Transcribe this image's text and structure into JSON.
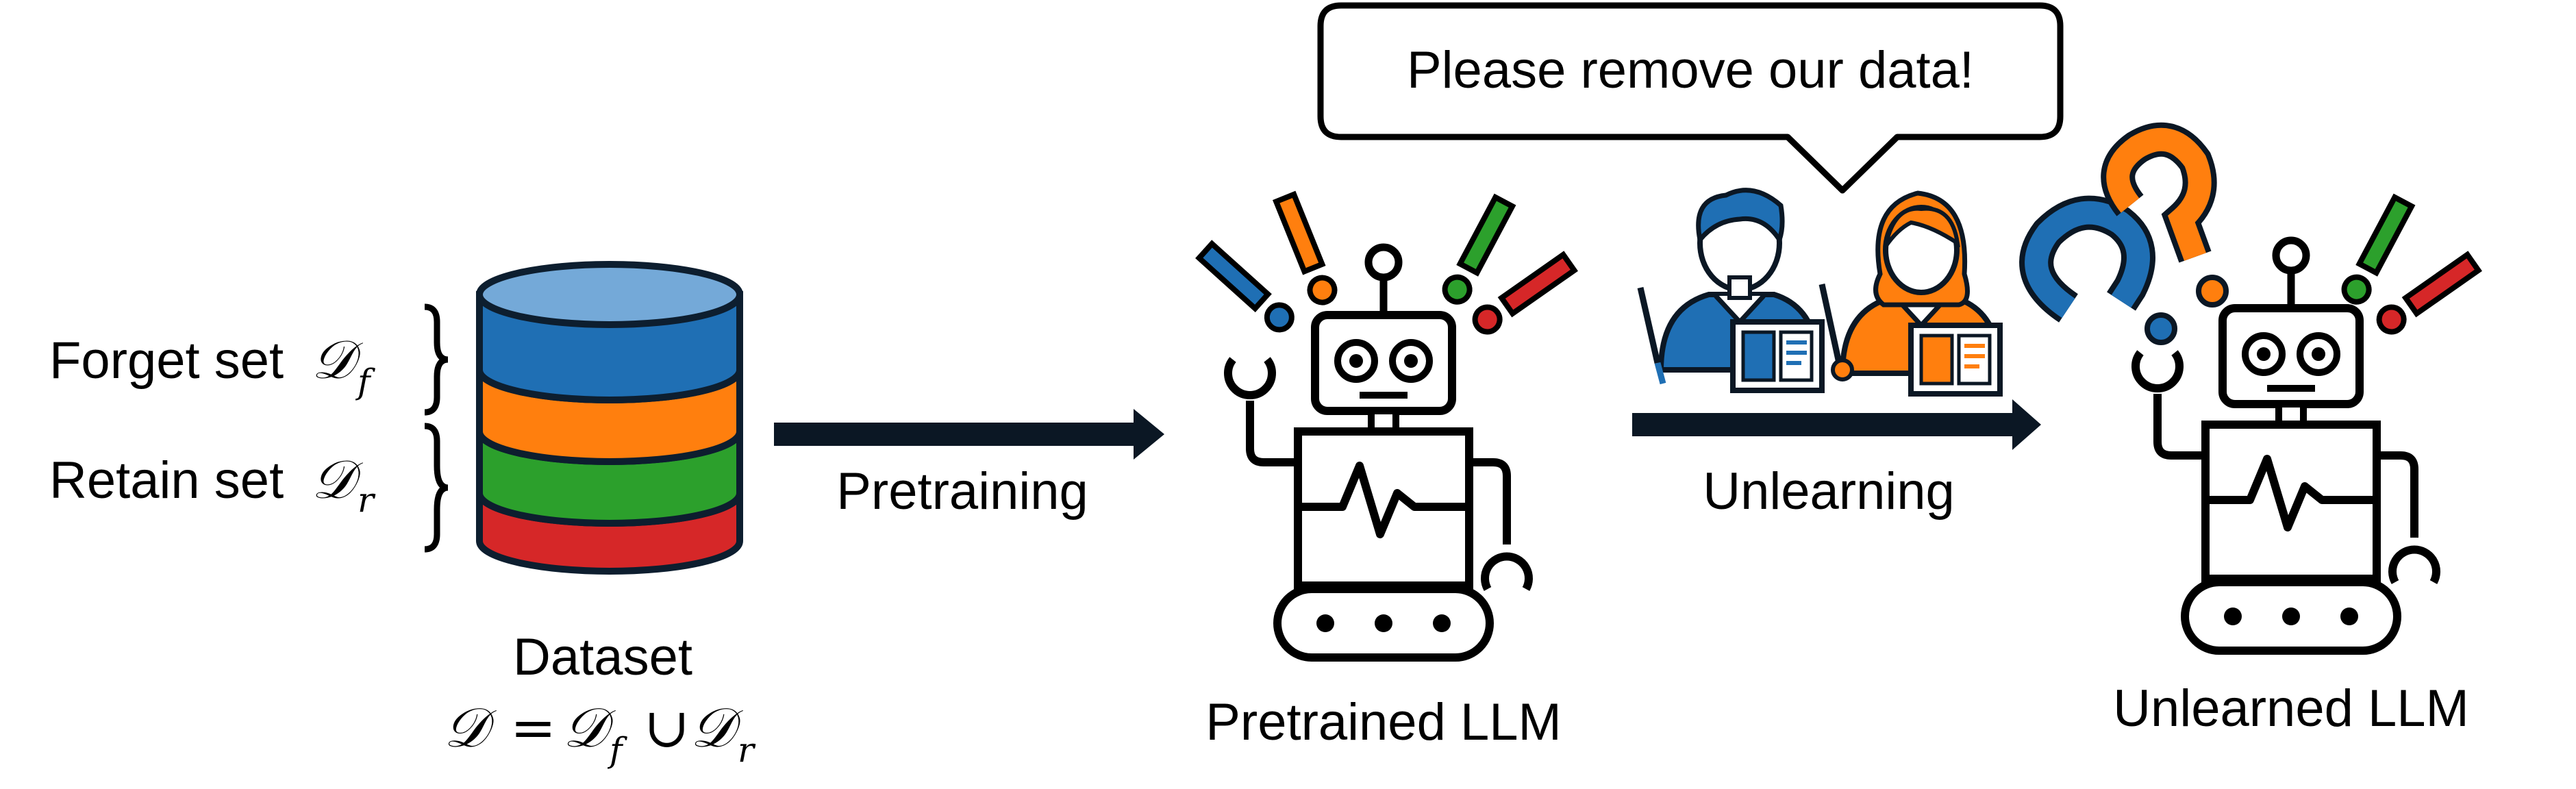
{
  "dataset": {
    "forget_label": "Forget set",
    "forget_symbol": "𝒟",
    "forget_sub": "f",
    "retain_label": "Retain set",
    "retain_symbol": "𝒟",
    "retain_sub": "r",
    "title": "Dataset",
    "formula_d": "𝒟",
    "formula_eq": "=",
    "formula_df": "𝒟",
    "formula_f": "f",
    "formula_union": "∪",
    "formula_dr": "𝒟",
    "formula_r": "r",
    "colors": {
      "top": "#74a9d8",
      "blue": "#1f6fb4",
      "orange": "#ff7f0e",
      "green": "#2ca02c",
      "red": "#d62728"
    }
  },
  "arrows": {
    "pretraining_label": "Pretraining",
    "unlearning_label": "Unlearning"
  },
  "speech_bubble": {
    "text": "Please remove our data!"
  },
  "models": {
    "pretrained_label": "Pretrained LLM",
    "unlearned_label": "Unlearned LLM"
  },
  "icons": [
    "database-icon",
    "robot-icon",
    "exclamation-icon",
    "question-mark-icon",
    "person-icon",
    "document-icon"
  ]
}
